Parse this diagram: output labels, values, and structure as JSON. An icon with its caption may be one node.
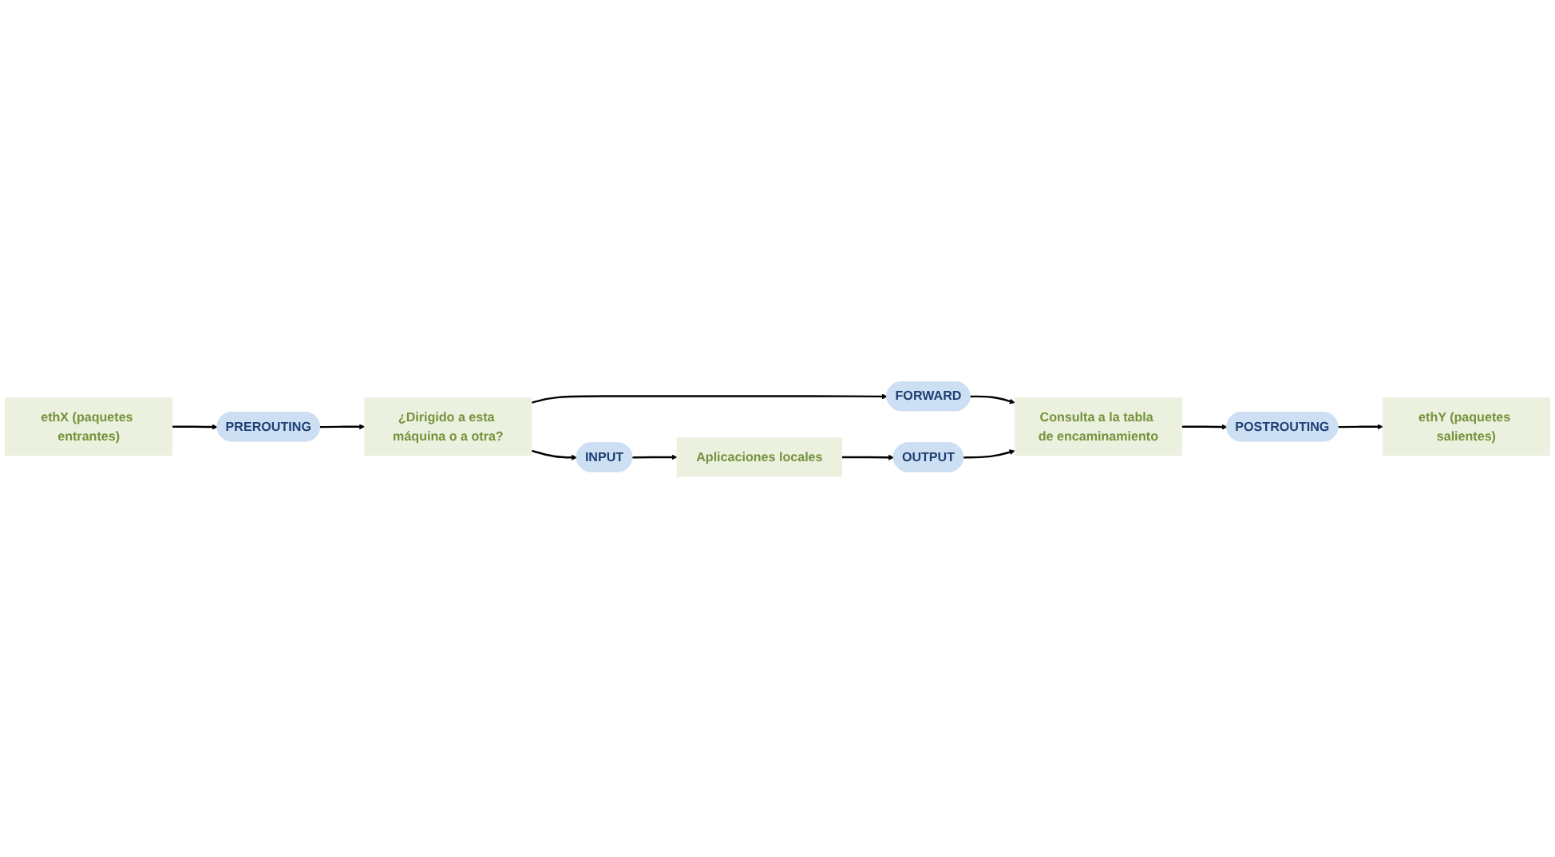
{
  "diagram": {
    "nodes": [
      {
        "text": [
          "INPUT"
        ]
      },
      {
        "text": [
          "Aplicaciones locales"
        ]
      },
      {
        "text": [
          "OUTPUT"
        ]
      },
      {
        "text": [
          "¿Dirigido a esta máquina o a otra?"
        ]
      },
      {
        "text": [
          "FORWARD"
        ]
      },
      {
        "text": [
          "Consulta a la tabla de encaminamiento"
        ]
      },
      {
        "text": [
          "PREROUTING"
        ]
      },
      {
        "text": [
          "POSTROUTING"
        ]
      },
      {
        "text": [
          "ethX (paquetes entrantes)"
        ]
      },
      {
        "text": [
          "ethY (paquetes salientes)"
        ]
      }
    ],
    "edges": [
      {
        "from": 8,
        "to": 6,
        "arrow": "to"
      },
      {
        "from": 6,
        "to": 3,
        "arrow": "to"
      },
      {
        "from": 3,
        "to": 0,
        "arrow": "to"
      },
      {
        "from": 3,
        "to": 4,
        "arrow": "to"
      },
      {
        "from": 0,
        "to": 1,
        "arrow": "to"
      },
      {
        "from": 1,
        "to": 2,
        "arrow": "to"
      },
      {
        "from": 4,
        "to": 5,
        "arrow": "to"
      },
      {
        "from": 2,
        "to": 5,
        "arrow": "to"
      },
      {
        "from": 5,
        "to": 7,
        "arrow": "to"
      },
      {
        "from": 7,
        "to": 9,
        "arrow": "to"
      }
    ]
  }
}
